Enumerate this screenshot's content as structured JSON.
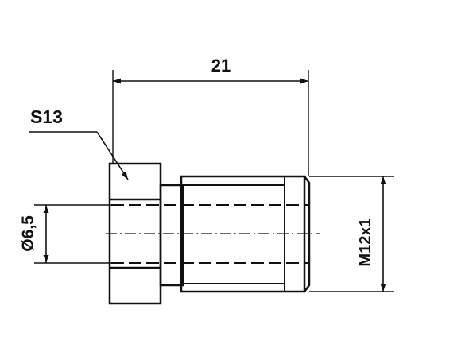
{
  "dimensions": {
    "length_label": "21",
    "hex_label": "S13",
    "bore_label": "Ø6,5",
    "thread_label": "M12x1"
  }
}
